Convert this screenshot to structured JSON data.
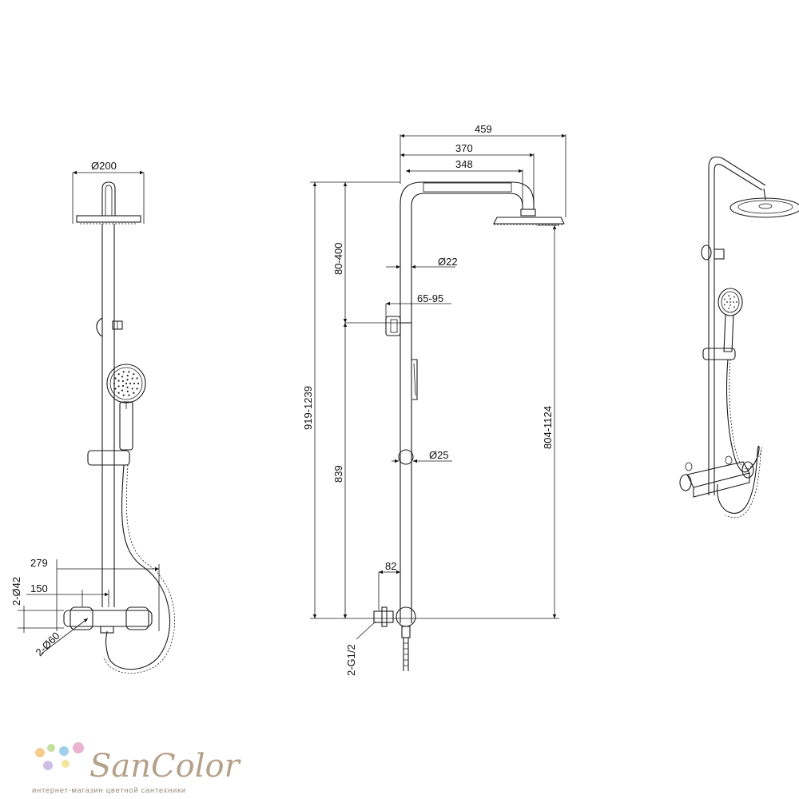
{
  "side_view": {
    "dim_head_diameter": "Ø200",
    "dim_outer_width": "279",
    "dim_inner_width": "150",
    "dim_pipe_diameter": "2-Ø42",
    "dim_escutcheon_diameter": "2-Ø60"
  },
  "front_view": {
    "dim_arm_outer": "459",
    "dim_arm_middle": "370",
    "dim_arm_inner": "348",
    "dim_upper_adjust": "80-400",
    "dim_total_height": "919-1239",
    "dim_bracket_height": "839",
    "dim_head_height": "804-1124",
    "dim_tube_diameter": "Ø22",
    "dim_bracket_offset": "65-95",
    "dim_slider_diameter": "Ø25",
    "dim_wall_offset": "82",
    "dim_thread": "2-G1/2"
  },
  "brand": {
    "name": "SanColor",
    "tagline": "интернет-магазин цветной сантехники",
    "dot_colors": [
      "#f4c27a",
      "#b9d98c",
      "#8fc6e8",
      "#e6a6c7",
      "#c5b3e0",
      "#f3e08a"
    ]
  }
}
